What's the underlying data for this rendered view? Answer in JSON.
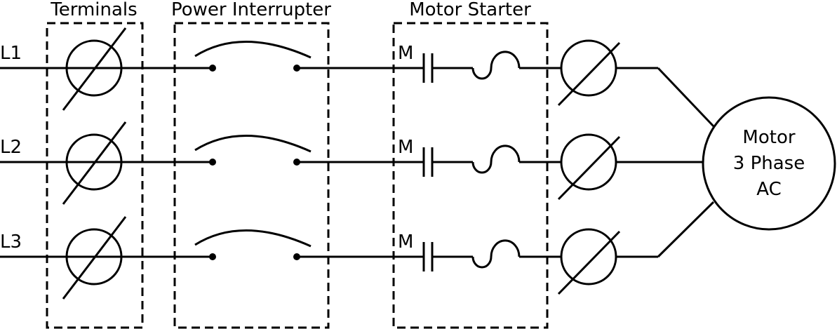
{
  "sections": {
    "terminals": "Terminals",
    "power_interrupter": "Power Interrupter",
    "motor_starter": "Motor Starter"
  },
  "lines": [
    {
      "label": "L1",
      "contact_label": "M"
    },
    {
      "label": "L2",
      "contact_label": "M"
    },
    {
      "label": "L3",
      "contact_label": "M"
    }
  ],
  "motor": {
    "line1": "Motor",
    "line2": "3 Phase",
    "line3": "AC"
  }
}
